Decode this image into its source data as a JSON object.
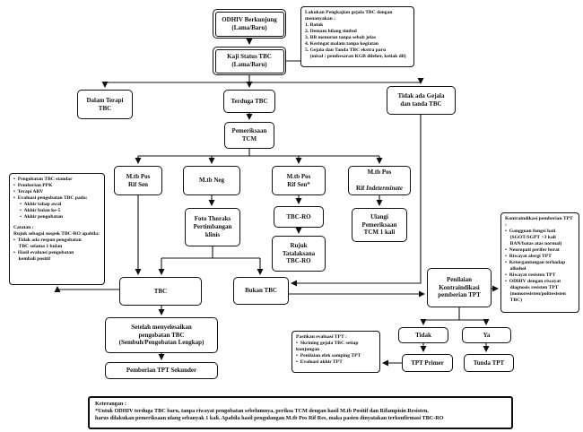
{
  "flowchart": {
    "colors": {
      "line": "#111111",
      "box_border": "#111111",
      "text": "#111111",
      "background": "#ffffff"
    },
    "nodes": {
      "odhiv": {
        "title": "ODHIV Berkunjung",
        "subtitle": "(Lama/Baru)"
      },
      "kaji_status": {
        "title": "Kaji Status TBC",
        "subtitle": "(Lama/Baru)"
      },
      "dalam_terapi": {
        "label": "Dalam Terapi\nTBC"
      },
      "terduga": {
        "label": "Terduga TBC"
      },
      "tidak_ada_gejala": {
        "label": "Tidak ada Gejala\ndan tanda TBC"
      },
      "pemeriksaan_tcm": {
        "label": "Pemeriksaan\nTCM"
      },
      "mtb_pos_rif_sen": {
        "label": "M.tb Pos\nRif Sen"
      },
      "mtb_neg": {
        "label": "M.tb Neg"
      },
      "mtb_pos_rif_sen_star": {
        "label": "M.tb Pos\nRif Sen*"
      },
      "mtb_pos_rif_indeterminate": {
        "line1": "M.tb Pos",
        "line2_prefix": "Rif ",
        "line2_italic": "Indeterminate"
      },
      "foto_thoraks": {
        "label": "Foto Thoraks\nPertimbangan\nklinis"
      },
      "tbc_ro": {
        "label": "TBC-RO"
      },
      "ulangi_tcm": {
        "label": "Ulangi\nPemeriksaan\nTCM 1 kali"
      },
      "rujuk_tatalaksana": {
        "label": "Rujuk\nTatalaksana\nTBC-RO"
      },
      "tbc": {
        "label": "TBC"
      },
      "bukan_tbc": {
        "label": "Bukan TBC"
      },
      "penilaian_kontraindikasi": {
        "label": "Penilaian\nKontraindikasi\npemberian TPT"
      },
      "setelah_pengobatan": {
        "label": "Setelah menyelesaikan\npengobatan TBC\n(Sembuh/Pengobatan Lengkap)"
      },
      "pemberian_tpt_sekunder": {
        "label": "Pemberian TPT Sekunder"
      },
      "tidak": {
        "label": "Tidak"
      },
      "ya": {
        "label": "Ya"
      },
      "tpt_primer": {
        "label": "TPT Primer"
      },
      "tunda_tpt": {
        "label": "Tunda TPT"
      }
    },
    "notes": {
      "pengkajian_gejala": {
        "title": "Lakukan Pengkajian gejala TBC dengan\nmenanyakan :",
        "items": [
          "1. Batuk",
          "2. Demam hilang timbul",
          "3. BB menurun tanpa sebab jelas",
          "4. Keringat malam tanpa kegiatan",
          "5. Gejala dan Tanda TBC ekstra paru",
          "    (misal : pembesaran KGB dileher, ketiak dll)"
        ]
      },
      "terapi_tbc": {
        "items": [
          "•  Pengobatan TBC standar",
          "•  Pemberian PPK",
          "•  Terapi ARV",
          "•  Evaluasi pengobatan TBC pada:",
          "     •  Akhir tahap awal",
          "     •  Akhir bulan ke-5",
          "     •  Akhir pengobatan"
        ],
        "catatan_title": "Catatan :",
        "catatan_intro": "Rujuk sebagai suspek TBC-RO apabila:",
        "catatan_items": [
          "•  Tidak ada respon pengobatan\n    TBC selama 1 bulan",
          "•  Hasil evaluasi pengobatan\n    kembali positif"
        ]
      },
      "kontraindikasi": {
        "title": "Kontraindikasi pemberian TPT :",
        "items": [
          "•  Gangguan fungsi hati\n    (SGOT/SGPT >3 kali\n    BAN/batas atas normal)",
          "•  Neuropati perifer berat",
          "•  Riwayat alergi TPT",
          "•  Ketergantungan terhadap\n    alkohol",
          "•  Riwayat resisten TPT",
          "•  ODHIV dengan riwayat\n    diagnosis resisten TPT\n    (monoresisten/poliresisten\n    TBC)"
        ]
      },
      "evaluasi_tpt": {
        "title": "Pastikan evaluasi TPT :",
        "items": [
          "•  Skrining gejala TBC setiap kunjungan",
          "•  Penilaian efek samping TPT",
          "•  Evaluasi akhir TPT"
        ]
      },
      "keterangan": {
        "title": "Keterangan :",
        "body": "*Untuk ODHIV terduga TBC baru, tanpa riwayat pengobatan sebelumnya, periksa TCM dengan hasil M.tb Positif dan Rifampisin Resisten,\nharus dilakukan pemeriksaan ulang sebanyak 1 kali. Apabila hasil pengulangan M.tb Pos Rif Res, maka pasien dinyatakan terkonfirmasi TBC-RO"
      }
    }
  }
}
